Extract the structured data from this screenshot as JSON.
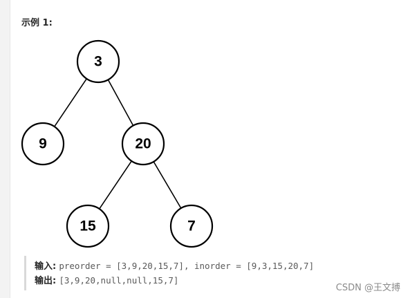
{
  "example": {
    "title": "示例 1:"
  },
  "tree": {
    "nodes": [
      {
        "id": "n3",
        "label": "3"
      },
      {
        "id": "n9",
        "label": "9"
      },
      {
        "id": "n20",
        "label": "20"
      },
      {
        "id": "n15",
        "label": "15"
      },
      {
        "id": "n7",
        "label": "7"
      }
    ],
    "edges": [
      {
        "from": "n3",
        "to": "n9"
      },
      {
        "from": "n3",
        "to": "n20"
      },
      {
        "from": "n20",
        "to": "n15"
      },
      {
        "from": "n20",
        "to": "n7"
      }
    ]
  },
  "io": {
    "input_label": "输入:",
    "input_value": "preorder = [3,9,20,15,7], inorder = [9,3,15,20,7]",
    "output_label": "输出:",
    "output_value": "[3,9,20,null,null,15,7]"
  },
  "watermark": "CSDN @王文搏"
}
